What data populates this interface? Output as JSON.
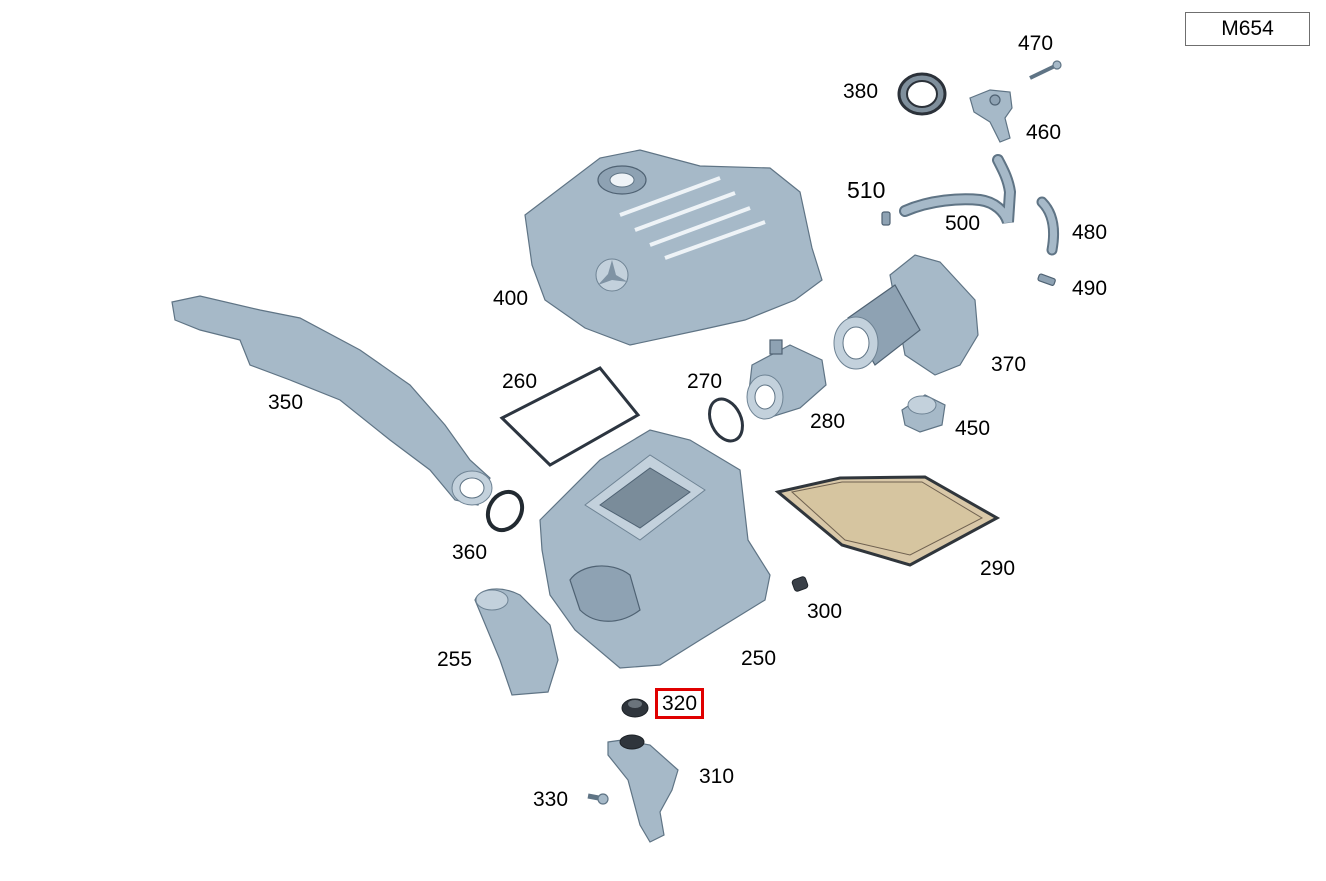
{
  "variant": "M654",
  "highlighted_part": "320",
  "callouts": {
    "p470": "470",
    "p380": "380",
    "p460": "460",
    "p510": "510",
    "p500": "500",
    "p480": "480",
    "p490": "490",
    "p400": "400",
    "p370": "370",
    "p350": "350",
    "p260": "260",
    "p270": "270",
    "p280": "280",
    "p450": "450",
    "p290": "290",
    "p360": "360",
    "p300": "300",
    "p255": "255",
    "p250": "250",
    "p320": "320",
    "p310": "310",
    "p330": "330"
  },
  "colors": {
    "part_fill": "#a6b9c8",
    "highlight": "#e00000"
  }
}
